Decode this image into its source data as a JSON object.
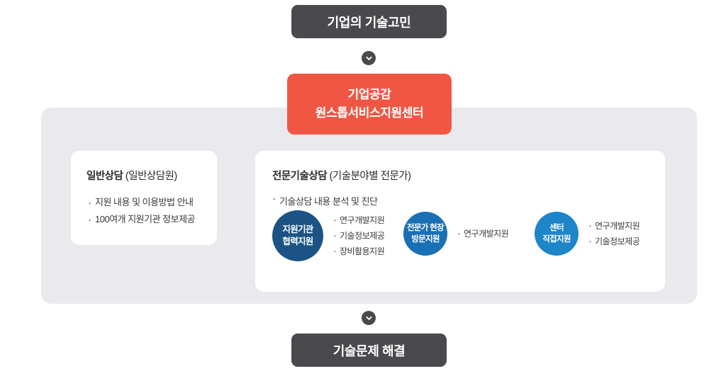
{
  "diagram": {
    "top_box": {
      "label": "기업의 기술고민"
    },
    "arrow_top": {
      "icon": "chevron-down-icon"
    },
    "center_box": {
      "line1": "기업공감",
      "line2": "원스톱서비스지원센터",
      "color": "#ef5744"
    },
    "panel": {
      "color": "#eae9ed"
    },
    "general_card": {
      "title_strong": "일반상담",
      "title_rest": " (일반상담원)",
      "bullets": [
        "지원 내용 및 이용방법 안내",
        "100여개 지원기관 정보제공"
      ]
    },
    "expert_card": {
      "title_strong": "전문기술상담",
      "title_rest": " (기술분야별 전문가)",
      "lead": "기술상담 내용 분석 및 진단",
      "nodes": [
        {
          "circle_line1": "지원기관",
          "circle_line2": "협력지원",
          "color": "#1b5384",
          "bullets": [
            "연구개발지원",
            "기술정보제공",
            "장비활용지원"
          ]
        },
        {
          "circle_line1": "전문가 현장",
          "circle_line2": "방문지원",
          "color": "#1b6fb5",
          "bullets": [
            "연구개발지원"
          ]
        },
        {
          "circle_line1": "센터",
          "circle_line2": "직접지원",
          "color": "#1e85c8",
          "bullets": [
            "연구개발지원",
            "기술정보제공"
          ]
        }
      ]
    },
    "arrow_bottom": {
      "icon": "chevron-down-icon"
    },
    "bottom_box": {
      "label": "기술문제 해결"
    }
  }
}
